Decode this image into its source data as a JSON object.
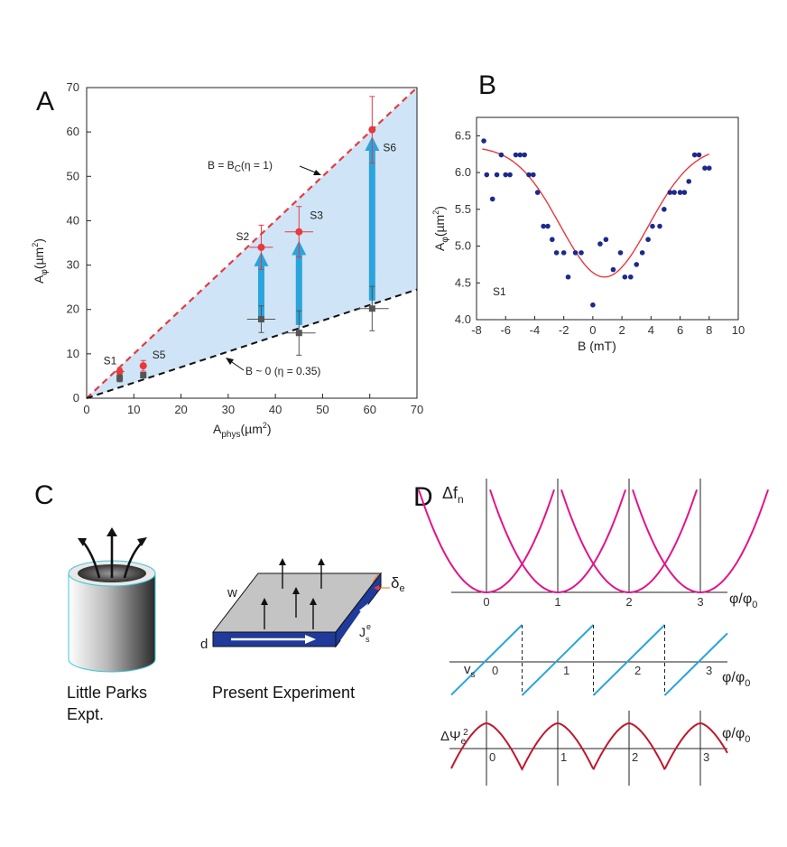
{
  "panels": {
    "A": "A",
    "B": "B",
    "C": "C",
    "D": "D"
  },
  "chart_data": [
    {
      "type": "scatter",
      "panel": "A",
      "xlabel": "A",
      "xlabel_sub": "phys",
      "xlabel_unit": "(µm",
      "ylabel": "A",
      "ylabel_sub": "φ",
      "ylabel_unit": "(µm",
      "xlim": [
        0,
        70
      ],
      "ylim": [
        0,
        70
      ],
      "xticks": [
        "0",
        "10",
        "20",
        "30",
        "40",
        "50",
        "60",
        "70"
      ],
      "yticks": [
        "0",
        "10",
        "20",
        "30",
        "40",
        "50",
        "60",
        "70"
      ],
      "series": [
        {
          "color": "#e8393d",
          "points": [
            {
              "label": "S1",
              "x": 7,
              "y": 6,
              "yerr": 0.8,
              "xerr": 1
            },
            {
              "label": "S5",
              "x": 12,
              "y": 7.3,
              "yerr": 1.2,
              "xerr": 0
            },
            {
              "label": "S2",
              "x": 37,
              "y": 34,
              "yerr": 5,
              "xerr": 2.5
            },
            {
              "label": "S3",
              "x": 45,
              "y": 37.5,
              "yerr": 5.7,
              "xerr": 3
            },
            {
              "label": "S6",
              "x": 60.5,
              "y": 60.5,
              "yerr": 7.5,
              "xerr": 0
            }
          ]
        },
        {
          "color": "#555555",
          "points": [
            {
              "x": 7,
              "y": 4.5,
              "yerr": 0.8,
              "xerr": 0
            },
            {
              "x": 12,
              "y": 5.2,
              "yerr": 0.6,
              "xerr": 0
            },
            {
              "x": 37,
              "y": 17.8,
              "yerr": 3,
              "xerr": 3
            },
            {
              "x": 45,
              "y": 14.7,
              "yerr": 5,
              "xerr": 3.5
            },
            {
              "x": 60.5,
              "y": 20.2,
              "yerr": 5,
              "xerr": 3.5
            }
          ]
        }
      ],
      "lines": [
        {
          "color": "#e8393d",
          "slope": 1.0,
          "label": "B  =  B",
          "label_sub": "C",
          "label_tail": "(η = 1)"
        },
        {
          "color": "#111111",
          "slope": 0.35,
          "label": "B  ~ 0 (η = 0.35)"
        }
      ],
      "arrows": [
        {
          "x": 37,
          "y_from": 18.5,
          "y_to": 33
        },
        {
          "x": 45,
          "y_from": 16.5,
          "y_to": 35.5
        },
        {
          "x": 60.5,
          "y_from": 22,
          "y_to": 59
        }
      ],
      "fill_color": "#cfe4f6",
      "arrow_color": "#2aa4dc"
    },
    {
      "type": "scatter",
      "panel": "B",
      "xlabel": "B (mT)",
      "ylabel": "A",
      "ylabel_sub": "φ",
      "ylabel_unit": "(µm",
      "annotation": "S1",
      "xlim": [
        -8,
        10
      ],
      "ylim": [
        4.0,
        6.75
      ],
      "xticks": [
        "-8",
        "-6",
        "-4",
        "-2",
        "0",
        "2",
        "4",
        "6",
        "8",
        "10"
      ],
      "yticks": [
        "4.0",
        "4.5",
        "5.0",
        "5.5",
        "6.0",
        "6.5"
      ],
      "points_color": "#1c2a8c",
      "fit_color": "#e8393d",
      "points": [
        [
          -7.5,
          6.43
        ],
        [
          -7.3,
          5.97
        ],
        [
          -6.9,
          5.64
        ],
        [
          -6.6,
          5.97
        ],
        [
          -6.3,
          6.24
        ],
        [
          -6.0,
          5.97
        ],
        [
          -5.7,
          5.97
        ],
        [
          -5.3,
          6.24
        ],
        [
          -5.0,
          6.24
        ],
        [
          -4.7,
          6.24
        ],
        [
          -4.4,
          5.97
        ],
        [
          -4.1,
          5.97
        ],
        [
          -3.8,
          5.73
        ],
        [
          -3.4,
          5.27
        ],
        [
          -3.1,
          5.27
        ],
        [
          -2.8,
          5.09
        ],
        [
          -2.5,
          4.91
        ],
        [
          -2.0,
          4.91
        ],
        [
          -1.7,
          4.58
        ],
        [
          -1.2,
          4.91
        ],
        [
          -0.8,
          4.91
        ],
        [
          0.0,
          4.2
        ],
        [
          0.5,
          5.03
        ],
        [
          0.9,
          5.09
        ],
        [
          1.4,
          4.68
        ],
        [
          1.9,
          4.91
        ],
        [
          2.2,
          4.58
        ],
        [
          2.6,
          4.58
        ],
        [
          3.0,
          4.75
        ],
        [
          3.4,
          4.91
        ],
        [
          3.8,
          5.09
        ],
        [
          4.1,
          5.27
        ],
        [
          4.6,
          5.27
        ],
        [
          4.9,
          5.5
        ],
        [
          5.3,
          5.73
        ],
        [
          5.6,
          5.73
        ],
        [
          6.0,
          5.73
        ],
        [
          6.3,
          5.73
        ],
        [
          6.6,
          5.88
        ],
        [
          7.0,
          6.24
        ],
        [
          7.3,
          6.24
        ],
        [
          7.7,
          6.06
        ],
        [
          8.0,
          6.06
        ]
      ],
      "fit": {
        "center": 0.8,
        "min": 4.58,
        "max": 6.36,
        "width": 4.3,
        "x_from": -7.6,
        "x_to": 8.0
      }
    },
    {
      "type": "line",
      "panel": "D-top",
      "ylabel": "Δf",
      "ylabel_sub": "n",
      "xlabel": "φ/φ",
      "xlabel_sub": "0",
      "xticks": [
        "0",
        "1",
        "2",
        "3"
      ],
      "color": "#e0168a"
    },
    {
      "type": "line",
      "panel": "D-mid",
      "ylabel": "v",
      "ylabel_sub": "s",
      "xlabel": "φ/φ",
      "xlabel_sub": "0",
      "xticks": [
        "0",
        "1",
        "2",
        "3"
      ],
      "color": "#2aa4dc"
    },
    {
      "type": "line",
      "panel": "D-bot",
      "ylabel": "ΔΨ",
      "ylabel_sub": "e",
      "ylabel_sup": "2",
      "xlabel": "φ/φ",
      "xlabel_sub": "0",
      "xticks": [
        "0",
        "1",
        "2",
        "3"
      ],
      "color": "#c0172d"
    }
  ],
  "panel_c": {
    "left_caption": [
      "Little Parks",
      "Expt."
    ],
    "right_caption": "Present Experiment",
    "w": "w",
    "d": "d",
    "delta": "δ",
    "delta_sub": "e",
    "current": "J",
    "current_sup": "e",
    "current_sub": "s",
    "slab_color": "#1f3a9a"
  }
}
